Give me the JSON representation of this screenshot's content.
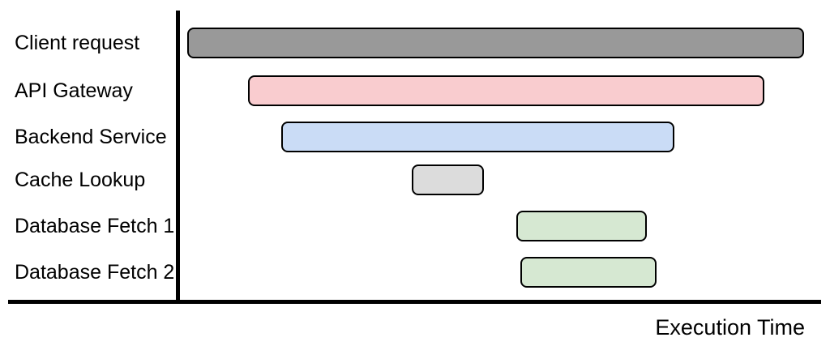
{
  "chart_data": {
    "type": "bar",
    "variant": "gantt-timeline",
    "title": "",
    "xlabel": "Execution Time",
    "ylabel": "",
    "xlim": [
      0,
      100
    ],
    "x_units": "relative time (percent of axis length)",
    "grid": false,
    "legend": "none",
    "axis_color": "#000000",
    "bar_border_color": "#000000",
    "tasks": [
      {
        "label": "Client request",
        "start": 1.6,
        "end": 97.4,
        "fill": "#999999"
      },
      {
        "label": "API Gateway",
        "start": 11.1,
        "end": 91.2,
        "fill": "#f9cccf"
      },
      {
        "label": "Backend Service",
        "start": 16.2,
        "end": 77.2,
        "fill": "#cadcf6"
      },
      {
        "label": "Cache Lookup",
        "start": 36.5,
        "end": 47.7,
        "fill": "#dcdcdc"
      },
      {
        "label": "Database Fetch 1",
        "start": 52.7,
        "end": 73.0,
        "fill": "#d6e8d2"
      },
      {
        "label": "Database Fetch 2",
        "start": 53.3,
        "end": 74.5,
        "fill": "#d6e8d2"
      }
    ]
  }
}
